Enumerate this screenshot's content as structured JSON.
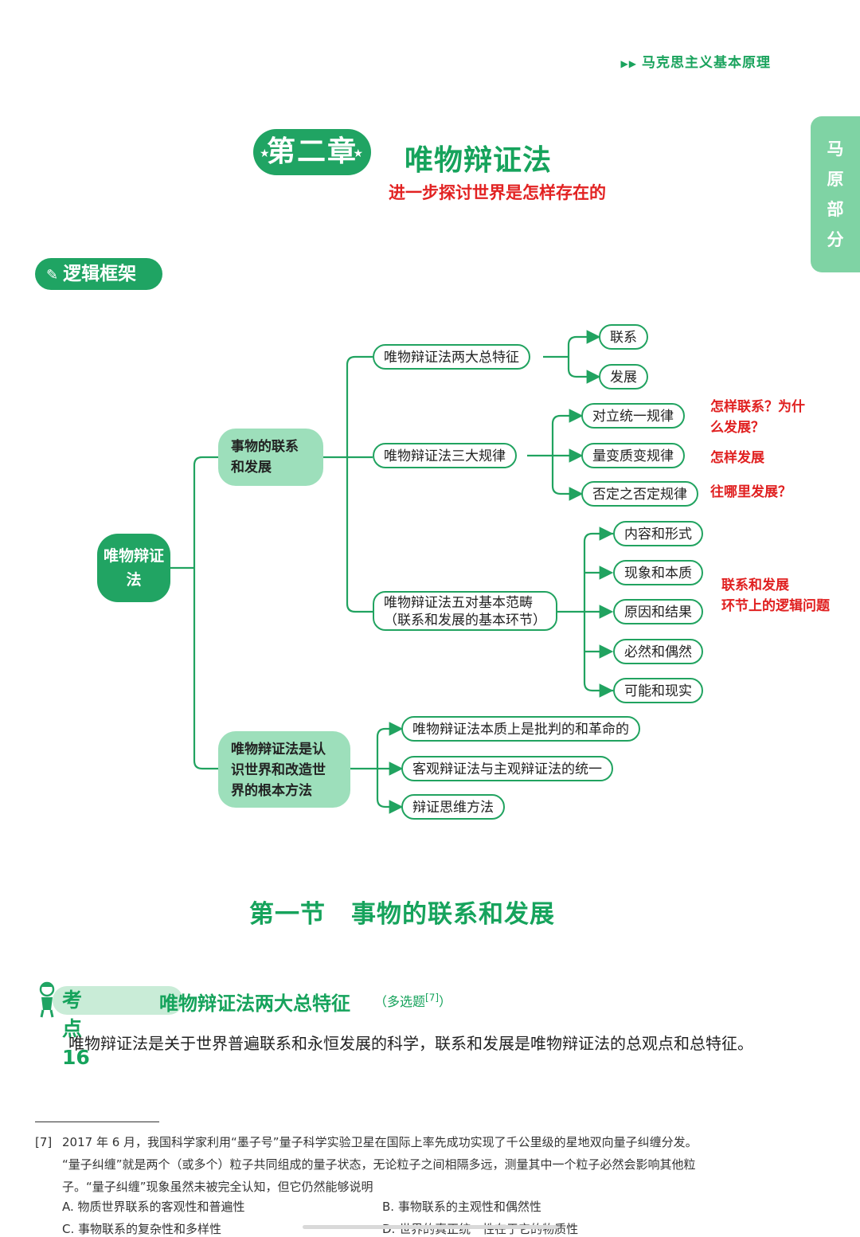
{
  "header": {
    "running_title": "马克思主义基本原理"
  },
  "side_tab": {
    "chars": [
      "马",
      "原",
      "部",
      "分"
    ]
  },
  "chapter": {
    "badge": "第二章",
    "title": "唯物辩证法",
    "subtitle": "进一步探讨世界是怎样存在的"
  },
  "framework": {
    "label": "逻辑框架"
  },
  "mindmap": {
    "root": "唯物辩证法",
    "branch1": {
      "label": "事物的联系和发展",
      "features": {
        "label": "唯物辩证法两大总特征",
        "items": [
          "联系",
          "发展"
        ]
      },
      "laws": {
        "label": "唯物辩证法三大规律",
        "items": [
          "对立统一规律",
          "量变质变规律",
          "否定之否定规律"
        ],
        "notes": [
          "怎样联系？为什么发展？",
          "怎样发展",
          "往哪里发展？"
        ]
      },
      "categories": {
        "label_line1": "唯物辩证法五对基本范畴",
        "label_line2": "（联系和发展的基本环节）",
        "items": [
          "内容和形式",
          "现象和本质",
          "原因和结果",
          "必然和偶然",
          "可能和现实"
        ],
        "note_line1": "联系和发展",
        "note_line2": "环节上的逻辑问题"
      }
    },
    "branch2": {
      "label": "唯物辩证法是认识世界和改造世界的根本方法",
      "items": [
        "唯物辩证法本质上是批判的和革命的",
        "客观辩证法与主观辩证法的统一",
        "辩证思维方法"
      ]
    }
  },
  "section": {
    "title": "第一节　事物的联系和发展"
  },
  "keypoint": {
    "label": "考点 16",
    "title": "唯物辩证法两大总特征",
    "tag": "（多选题",
    "tag_ref": "[7]",
    "tag_close": "）",
    "body": "唯物辩证法是关于世界普遍联系和永恒发展的科学，联系和发展是唯物辩证法的总观点和总特征。"
  },
  "footnote": {
    "num": "[7]",
    "line1": "2017 年 6 月，我国科学家利用“墨子号”量子科学实验卫星在国际上率先成功实现了千公里级的星地双向量子纠缠分发。",
    "line2": "“量子纠缠”就是两个（或多个）粒子共同组成的量子状态，无论粒子之间相隔多远，测量其中一个粒子必然会影响其他粒",
    "line3": "子。“量子纠缠”现象虽然未被完全认知，但它仍然能够说明",
    "options": [
      "A. 物质世界联系的客观性和普遍性",
      "B. 事物联系的主观性和偶然性",
      "C. 事物联系的复杂性和多样性",
      "D. 世界的真正统一性在于它的物质性"
    ]
  },
  "colors": {
    "green": "#1fa463",
    "light_green": "#9ddfbb",
    "red": "#e22222"
  }
}
